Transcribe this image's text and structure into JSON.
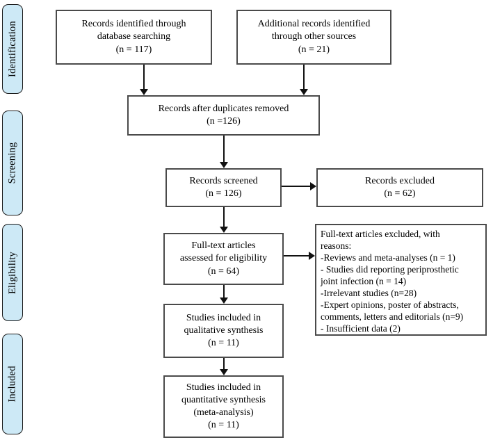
{
  "colors": {
    "sidebar_fill": "#cde9f6",
    "sidebar_border": "#1a1a1a",
    "box_border": "#4a4a4a",
    "arrow": "#111111",
    "background": "#ffffff"
  },
  "sidebar": {
    "items": [
      {
        "label": "Identification"
      },
      {
        "label": "Screening"
      },
      {
        "label": "Eligibility"
      },
      {
        "label": "Included"
      }
    ]
  },
  "boxes": {
    "identified_db": {
      "text": "Records identified through\ndatabase searching\n(n = 117)"
    },
    "identified_other": {
      "text": "Additional records identified\nthrough other sources\n(n = 21)"
    },
    "duplicates_removed": {
      "text": "Records after duplicates removed\n(n =126)"
    },
    "screened": {
      "text": "Records screened\n(n = 126)"
    },
    "excluded": {
      "text": "Records excluded\n(n = 62)"
    },
    "fulltext_assessed": {
      "text": "Full-text articles\nassessed for eligibility\n(n = 64)"
    },
    "fulltext_excluded": {
      "text": "Full-text articles excluded, with\nreasons:\n-Reviews and meta-analyses (n = 1)\n- Studies did reporting periprosthetic\njoint infection (n = 14)\n-Irrelevant studies (n=28)\n-Expert opinions, poster of abstracts,\ncomments, letters and editorials (n=9)\n- Insufficient data (2)"
    },
    "qualitative": {
      "text": "Studies included in\nqualitative synthesis\n(n = 11)"
    },
    "quantitative": {
      "text": "Studies included in\nquantitative synthesis\n(meta-analysis)\n(n = 11)"
    }
  }
}
